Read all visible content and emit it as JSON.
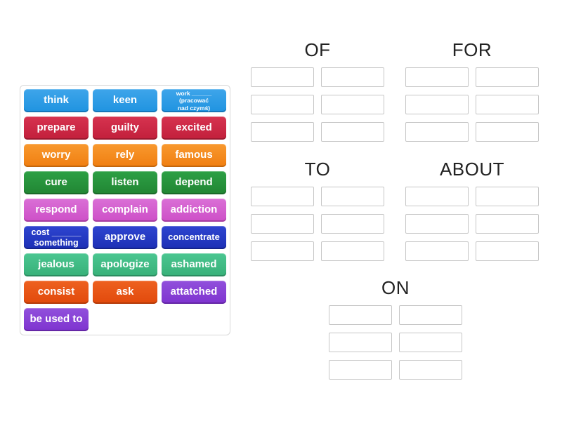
{
  "board": {
    "tiles": [
      {
        "label": "think",
        "color": "blue"
      },
      {
        "label": "keen",
        "color": "blue"
      },
      {
        "label": "work ______\n(pracować\nnad czymś)",
        "color": "blue",
        "size": "xs"
      },
      {
        "label": "prepare",
        "color": "crimson"
      },
      {
        "label": "guilty",
        "color": "crimson"
      },
      {
        "label": "excited",
        "color": "crimson"
      },
      {
        "label": "worry",
        "color": "orange"
      },
      {
        "label": "rely",
        "color": "orange"
      },
      {
        "label": "famous",
        "color": "orange"
      },
      {
        "label": "cure",
        "color": "green"
      },
      {
        "label": "listen",
        "color": "green"
      },
      {
        "label": "depend",
        "color": "green"
      },
      {
        "label": "respond",
        "color": "orchid"
      },
      {
        "label": "complain",
        "color": "orchid"
      },
      {
        "label": "addiction",
        "color": "orchid"
      },
      {
        "label": "cost ______\nsomething",
        "color": "royalblue",
        "size": "sm"
      },
      {
        "label": "approve",
        "color": "royalblue"
      },
      {
        "label": "concentrate",
        "color": "royalblue",
        "size": "fit"
      },
      {
        "label": "jealous",
        "color": "seagreen"
      },
      {
        "label": "apologize",
        "color": "seagreen"
      },
      {
        "label": "ashamed",
        "color": "seagreen"
      },
      {
        "label": "consist",
        "color": "orangered"
      },
      {
        "label": "ask",
        "color": "orangered"
      },
      {
        "label": "attatched",
        "color": "violet"
      },
      {
        "label": "be used to",
        "color": "violet"
      }
    ],
    "groups": [
      {
        "key": "of",
        "label": "OF",
        "slots": 6
      },
      {
        "key": "for",
        "label": "FOR",
        "slots": 6
      },
      {
        "key": "to",
        "label": "TO",
        "slots": 6
      },
      {
        "key": "about",
        "label": "ABOUT",
        "slots": 6
      },
      {
        "key": "on",
        "label": "ON",
        "slots": 6
      }
    ],
    "palette": {
      "blue": {
        "top": "#3ea5ea",
        "bottom": "#1f93e0",
        "edge": "#1576ba"
      },
      "crimson": {
        "top": "#d63350",
        "bottom": "#c21f3b",
        "edge": "#99182e"
      },
      "orange": {
        "top": "#f8992f",
        "bottom": "#f07e10",
        "edge": "#c3660c"
      },
      "green": {
        "top": "#2da045",
        "bottom": "#218533",
        "edge": "#1a6a29"
      },
      "orchid": {
        "top": "#da70d6",
        "bottom": "#cd4fc7",
        "edge": "#a53ea0"
      },
      "royalblue": {
        "top": "#2e45d0",
        "bottom": "#1c2fb5",
        "edge": "#15238c"
      },
      "seagreen": {
        "top": "#4bc691",
        "bottom": "#37b078",
        "edge": "#2b8c60"
      },
      "orangered": {
        "top": "#ee6120",
        "bottom": "#e1490b",
        "edge": "#b43a09"
      },
      "violet": {
        "top": "#9150dc",
        "bottom": "#7e33cf",
        "edge": "#6527a6"
      }
    },
    "slot_border_color": "#c6c6c6",
    "header_color": "#222222"
  }
}
